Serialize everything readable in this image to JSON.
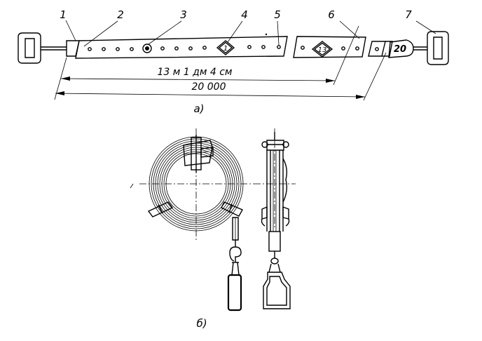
{
  "figure_a": {
    "callouts": [
      "1",
      "2",
      "3",
      "4",
      "5",
      "6",
      "7"
    ],
    "plate_small_1": "1",
    "plate_small_13": "13",
    "plate_end_20": "20",
    "dimension_partial": "13 м 1 дм 4 см",
    "dimension_total": "20 000",
    "caption": "а)"
  },
  "figure_b": {
    "caption": "б)"
  }
}
